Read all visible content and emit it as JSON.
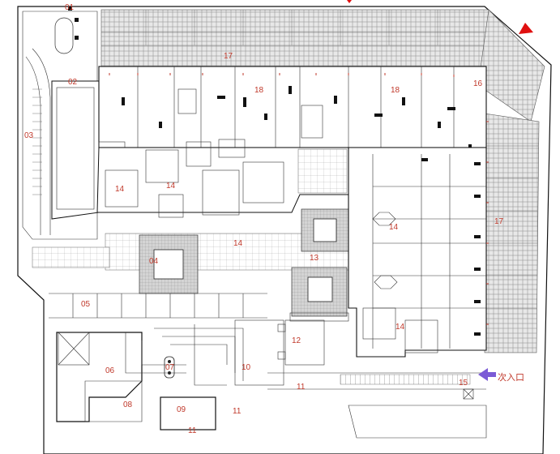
{
  "labels": {
    "l01": "01",
    "l02": "02",
    "l03": "03",
    "l04": "04",
    "l05": "05",
    "l06": "06",
    "l07": "07",
    "l08": "08",
    "l09": "09",
    "l10": "10",
    "l11a": "11",
    "l11b": "11",
    "l11c": "11",
    "l12": "12",
    "l13": "13",
    "l14a": "14",
    "l14b": "14",
    "l14c": "14",
    "l14d": "14",
    "l14e": "14",
    "l15": "15",
    "l16": "16",
    "l17a": "17",
    "l17b": "17",
    "l18a": "18",
    "l18b": "18"
  },
  "entrance": {
    "text": "次入口",
    "arrow_color": "#7b5bd6"
  },
  "north_marker_color": "#e01010",
  "label_color": "#c0392b"
}
